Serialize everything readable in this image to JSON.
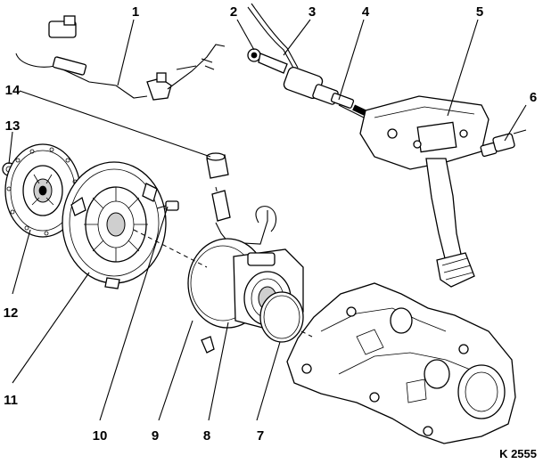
{
  "diagram": {
    "callouts": [
      "1",
      "2",
      "3",
      "4",
      "5",
      "6",
      "7",
      "8",
      "9",
      "10",
      "11",
      "12",
      "13",
      "14"
    ],
    "drawing_code": "K 2555"
  }
}
